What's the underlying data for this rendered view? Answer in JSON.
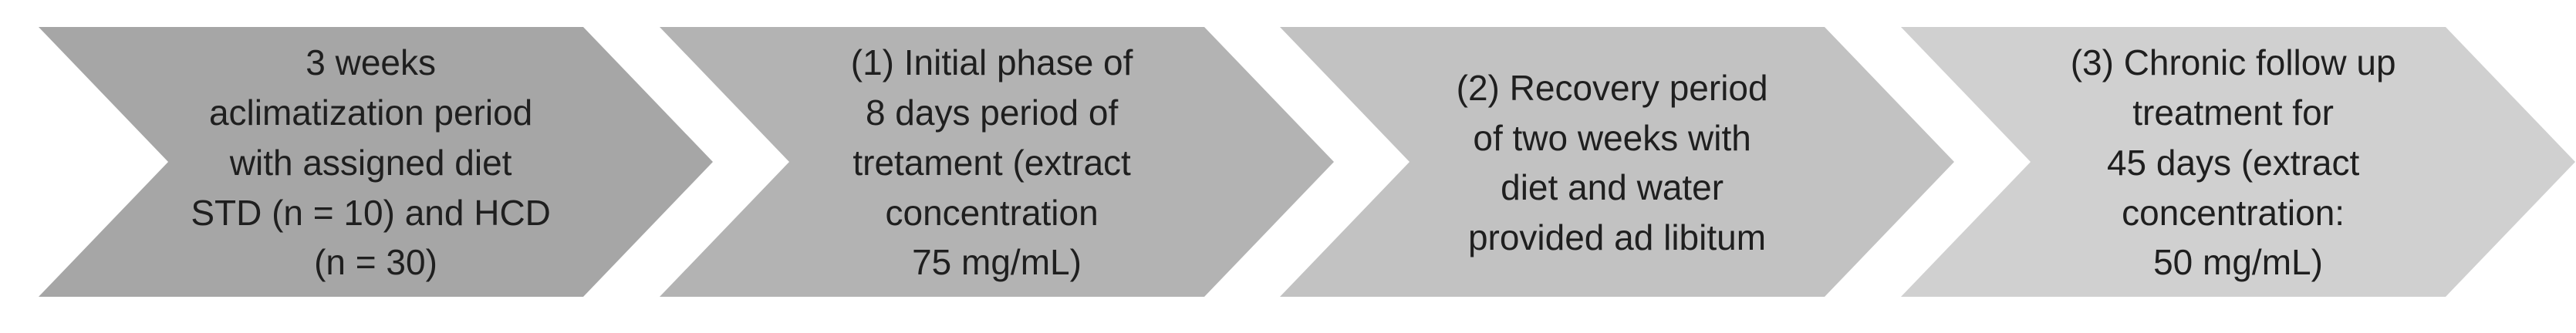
{
  "steps": [
    {
      "lines": [
        "3 weeks",
        "aclimatization period",
        "with assigned diet",
        "STD (n = 10) and HCD",
        "(n = 30)"
      ],
      "color": "#a6a6a6"
    },
    {
      "lines": [
        "(1) Initial phase of",
        "8 days period of",
        "tretament (extract",
        "concentration",
        "75 mg/mL)"
      ],
      "color": "#b3b3b3"
    },
    {
      "lines": [
        "(2) Recovery period",
        "of two weeks with",
        "diet and water",
        "provided ad libitum"
      ],
      "color": "#c2c2c2"
    },
    {
      "lines": [
        "(3) Chronic follow up",
        "treatment for",
        "45 days (extract",
        "concentration:",
        "50 mg/mL)"
      ],
      "color": "#d0d0d0"
    }
  ]
}
